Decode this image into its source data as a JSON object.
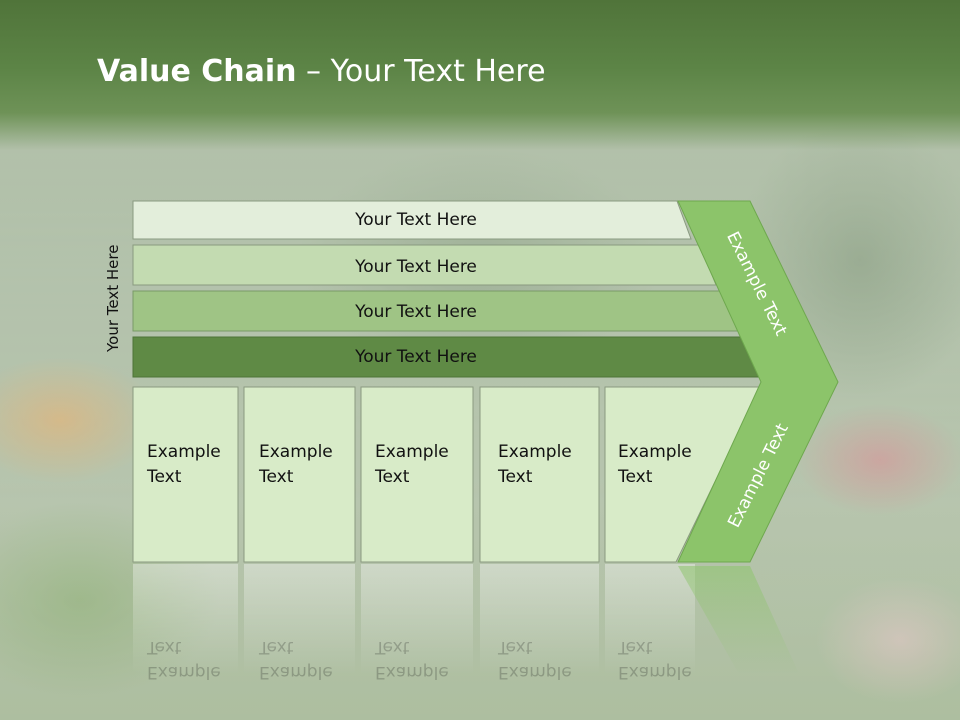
{
  "title": {
    "bold": "Value Chain",
    "rest": " – Your Text Here"
  },
  "side_label": "Your Text Here",
  "rows": [
    {
      "label": "Your Text Here",
      "fill": "#e3eedb"
    },
    {
      "label": "Your Text Here",
      "fill": "#c3dbb1"
    },
    {
      "label": "Your Text Here",
      "fill": "#9fc485"
    },
    {
      "label": "Your Text Here",
      "fill": "#5f8a45"
    }
  ],
  "cells": [
    {
      "line1": "Example",
      "line2": "Text"
    },
    {
      "line1": "Example",
      "line2": "Text"
    },
    {
      "line1": "Example",
      "line2": "Text"
    },
    {
      "line1": "Example",
      "line2": "Text"
    },
    {
      "line1": "Example",
      "line2": "Text"
    }
  ],
  "arrow": {
    "upper_label": "Example Text",
    "lower_label": "Example Text",
    "fill": "#8cc46a"
  },
  "colors": {
    "cell_fill": "#d8ebc8",
    "title_band": "#5c8446"
  }
}
